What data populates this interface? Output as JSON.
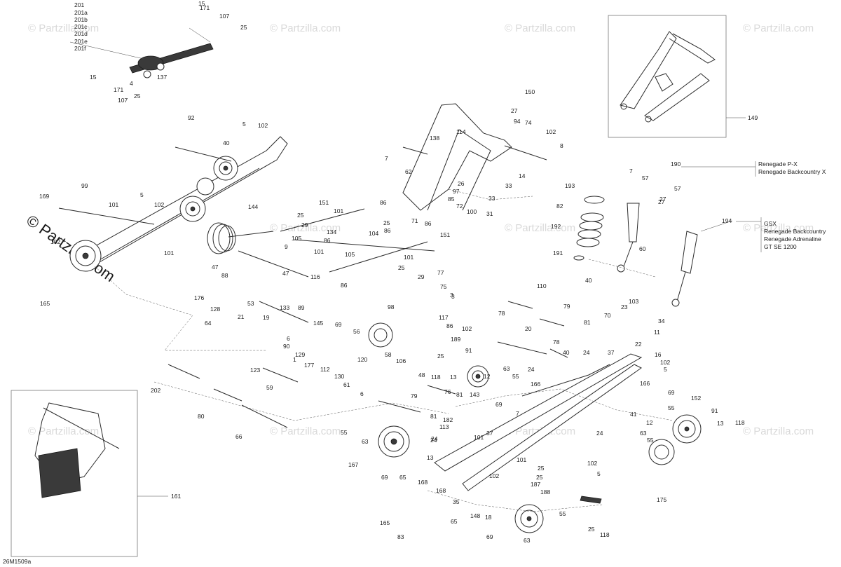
{
  "diagram_code": "26M1509a",
  "watermark": "© Partzilla.com",
  "watermark_vertical": "© Partzilla.com",
  "legend_201": [
    "201",
    "201a",
    "201b",
    "201c",
    "201d",
    "201e",
    "201f"
  ],
  "model_notes": {
    "note_190": [
      "Renegade P-X",
      "Renegade Backcountry X"
    ],
    "note_194": [
      "GSX",
      "Renegade Backcountry",
      "Renegade Adrenaline",
      "GT SE 1200"
    ]
  },
  "callouts": [
    "15",
    "171",
    "107",
    "25",
    "15",
    "171",
    "107",
    "25",
    "137",
    "92",
    "5",
    "102",
    "40",
    "99",
    "169",
    "5",
    "101",
    "102",
    "102",
    "101",
    "165",
    "144",
    "151",
    "101",
    "86",
    "25",
    "29",
    "134",
    "104",
    "71",
    "86",
    "86",
    "105",
    "86",
    "9",
    "101",
    "105",
    "151",
    "101",
    "47",
    "88",
    "47",
    "25",
    "29",
    "77",
    "75",
    "3",
    "116",
    "86",
    "176",
    "128",
    "53",
    "133",
    "89",
    "19",
    "21",
    "145",
    "98",
    "64",
    "6",
    "90",
    "129",
    "177",
    "112",
    "130",
    "61",
    "123",
    "59",
    "120",
    "6",
    "117",
    "86",
    "106",
    "58",
    "69",
    "56",
    "48",
    "25",
    "189",
    "102",
    "91",
    "118",
    "13",
    "63",
    "55",
    "76",
    "81",
    "143",
    "69",
    "150",
    "27",
    "94",
    "74",
    "102",
    "8",
    "138",
    "114",
    "7",
    "62",
    "26",
    "97",
    "85",
    "72",
    "14",
    "33",
    "33",
    "100",
    "31",
    "27",
    "190",
    "7",
    "57",
    "57",
    "27",
    "193",
    "82",
    "192",
    "191",
    "40",
    "60",
    "194",
    "110",
    "79",
    "78",
    "20",
    "78",
    "40",
    "24",
    "70",
    "23",
    "81",
    "34",
    "103",
    "11",
    "22",
    "37",
    "16",
    "102",
    "5",
    "166",
    "24",
    "166",
    "69",
    "55",
    "152",
    "91",
    "13",
    "118",
    "12",
    "41",
    "24",
    "63",
    "55",
    "79",
    "81",
    "182",
    "113",
    "101",
    "37",
    "24",
    "202",
    "80",
    "66",
    "55",
    "63",
    "167",
    "69",
    "65",
    "168",
    "24",
    "101",
    "25",
    "102",
    "5",
    "102",
    "187",
    "188",
    "25",
    "175",
    "168",
    "165",
    "35",
    "65",
    "148",
    "18",
    "69",
    "63",
    "55",
    "25",
    "118",
    "83",
    "161",
    "149",
    "3",
    "25",
    "1",
    "4",
    "7",
    "12",
    "13",
    "24"
  ]
}
